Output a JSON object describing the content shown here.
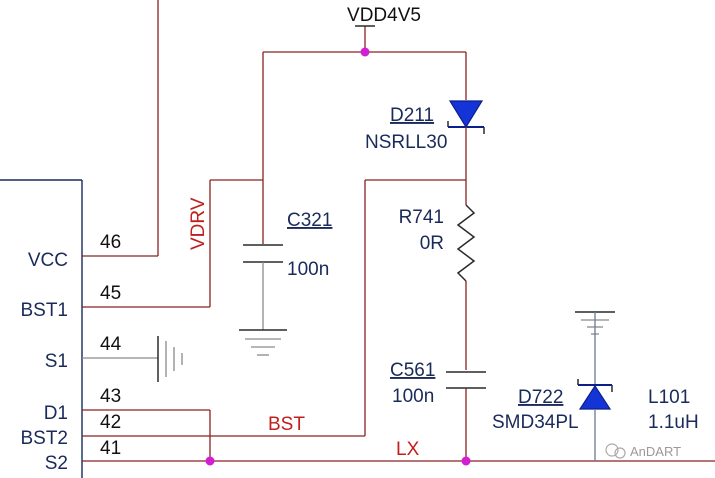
{
  "power": {
    "vdd": "VDD4V5"
  },
  "ic": {
    "pins": [
      {
        "num": "46",
        "name": "VCC"
      },
      {
        "num": "45",
        "name": "BST1"
      },
      {
        "num": "44",
        "name": "S1"
      },
      {
        "num": "43",
        "name": "D1"
      },
      {
        "num": "42",
        "name": "BST2"
      },
      {
        "num": "41",
        "name": "S2"
      }
    ]
  },
  "nets": {
    "vdrv": "VDRV",
    "bst": "BST",
    "lx": "LX"
  },
  "components": {
    "d211": {
      "ref": "D211",
      "value": "NSRLL30"
    },
    "c321": {
      "ref": "C321",
      "value": "100n"
    },
    "r741": {
      "ref": "R741",
      "value": "0R"
    },
    "c561": {
      "ref": "C561",
      "value": "100n"
    },
    "d722": {
      "ref": "D722",
      "value": "SMD34PL"
    },
    "l101": {
      "ref": "L101",
      "value": "1.1uH"
    }
  },
  "watermark": "AnDART",
  "colors": {
    "net_label": "#c0201c",
    "junction": "#d21fd2",
    "diode": "#1534d8",
    "component_text": "#1a2a5a"
  }
}
